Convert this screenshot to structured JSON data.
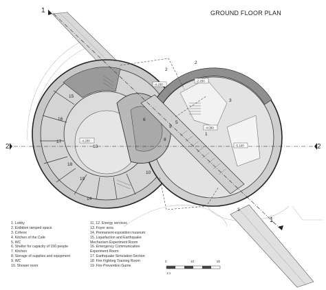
{
  "title": "GROUND FLOOR PLAN",
  "sections": {
    "s1_top": "1",
    "s1_bottom": "1",
    "s2_left": "2",
    "s2_right": "2"
  },
  "levels": {
    "a": "-4.200",
    "b": "-2.250",
    "c": "-4.050",
    "d": "-4.200",
    "e": "-5.100"
  },
  "rooms": {
    "r1": "1",
    "r2": "2",
    "r3": "3",
    "r5": "5",
    "r6": "6",
    "r8": "8",
    "r9": "9",
    "r10": "10",
    "r13": "13",
    "r14": "14",
    "r15": "15",
    "r16": "16",
    "r17": "17",
    "r18": "18",
    "r19": "19"
  },
  "legend_left": [
    "1. Lobby",
    "2. Exibition ramped space",
    "3. Coferor",
    "4. Kitchen of the Cafe",
    "5. WC",
    "6. Shelter for capacity of 150 people",
    "7. Kitchen",
    "8. Storage of supplies and equipment",
    "9. WC",
    "10. Shower room"
  ],
  "legend_right": [
    "11, 12. Energy services",
    "13. Foyer area",
    "14. Permanent exposition museum",
    "15. Liquefaction and Earthquake",
    "Mechanism Experiment Room",
    "16. Emergency Communication",
    "Experiment Room",
    "17. Earthquake Simulation Section",
    "18. Fire Fighting Training Room",
    "19. Fire Prevention Game"
  ],
  "scale": {
    "ticks": [
      "0",
      "10",
      "20"
    ],
    "ratio": "1:1"
  }
}
